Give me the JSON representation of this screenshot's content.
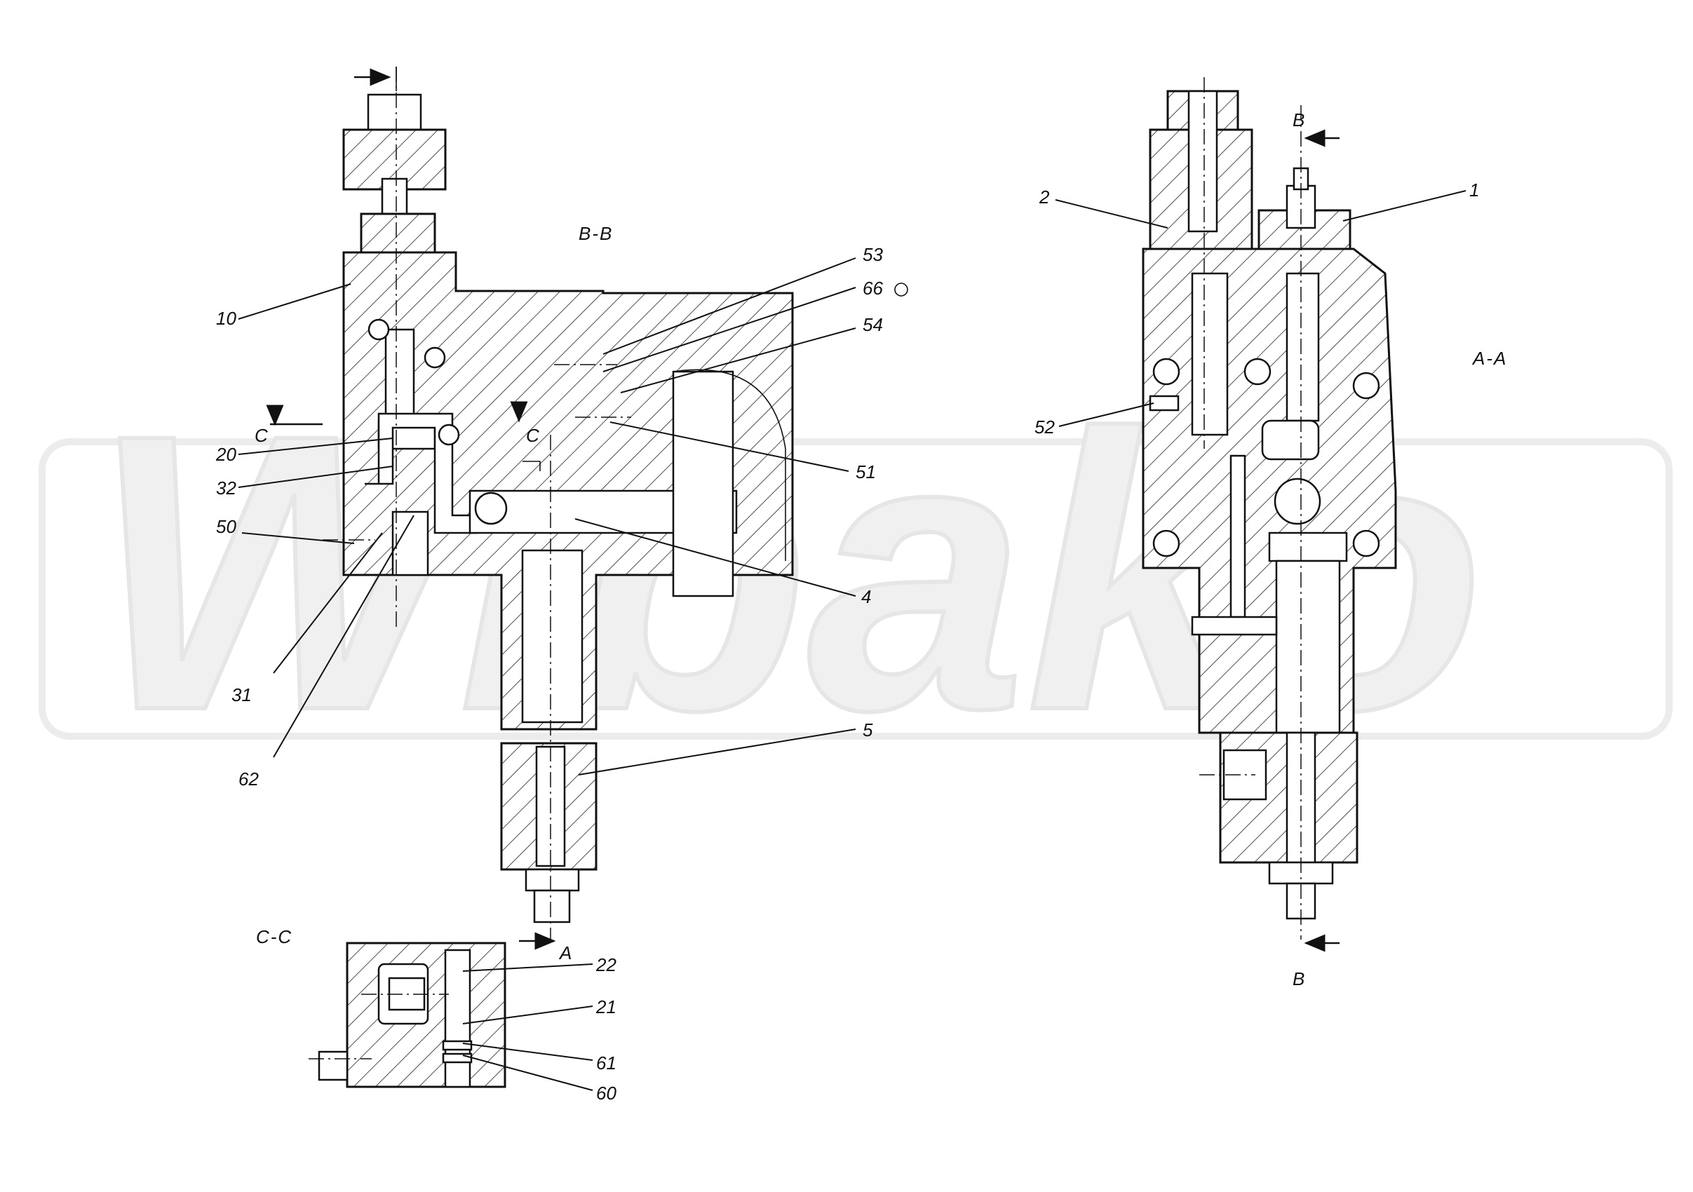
{
  "watermark": "Wibako",
  "views": {
    "bb": "B-B",
    "aa": "A-A",
    "cc": "C-C"
  },
  "section_marks": {
    "c_left": "C",
    "c_right": "C",
    "a_bottom": "A",
    "b_top": "B",
    "b_bottom": "B"
  },
  "labels": {
    "n10": "10",
    "n53": "53",
    "n66": "66",
    "n54": "54",
    "n20": "20",
    "n32": "32",
    "n51": "51",
    "n50": "50",
    "n4": "4",
    "n31": "31",
    "n5": "5",
    "n62": "62",
    "n22": "22",
    "n21": "21",
    "n61": "61",
    "n60": "60",
    "n2": "2",
    "n1": "1",
    "n52": "52"
  }
}
